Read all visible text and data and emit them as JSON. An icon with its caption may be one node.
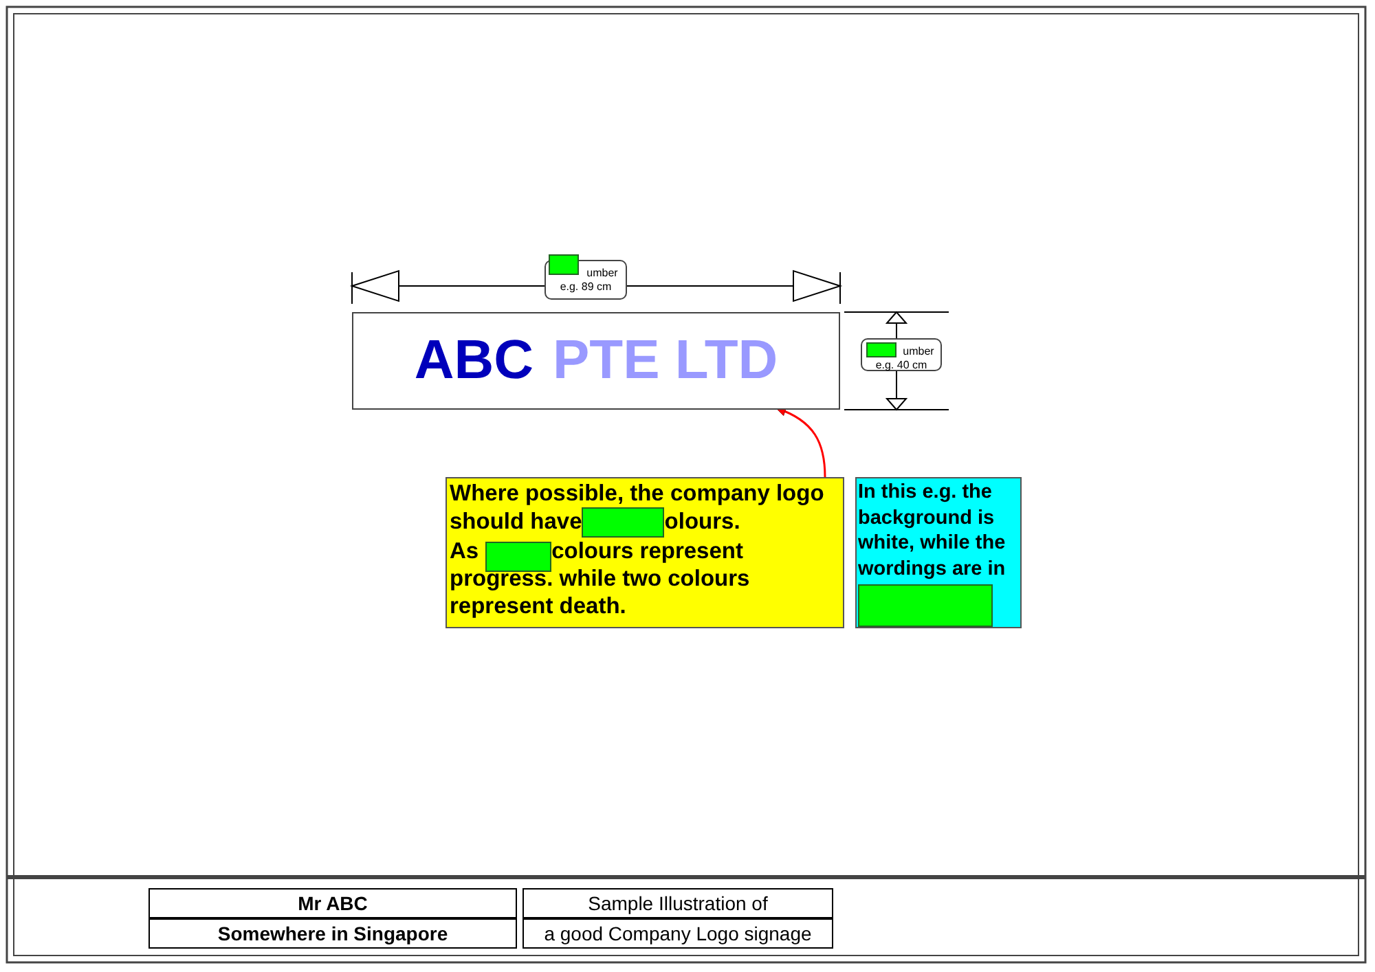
{
  "diagram": {
    "nodes": [
      {
        "text": [
          "ABC",
          "PTE LTD"
        ]
      },
      {
        "text": [
          "Where possible, the company logo should have",
          "olours.",
          "As",
          "colours represent progress. while two colours represent death."
        ]
      },
      {
        "text": [
          "In this e.g. the background is white, while the wordings are in"
        ]
      }
    ],
    "edges": [
      {
        "from": 1,
        "to": 0,
        "arrow": "to",
        "color": "#ff0000"
      }
    ],
    "labels": [
      "umber",
      "e.g. 89 cm",
      "umber",
      "e.g. 40 cm",
      "Mr ABC",
      "Somewhere in Singapore",
      "Sample Illustration of",
      "a good Company Logo signage"
    ]
  }
}
